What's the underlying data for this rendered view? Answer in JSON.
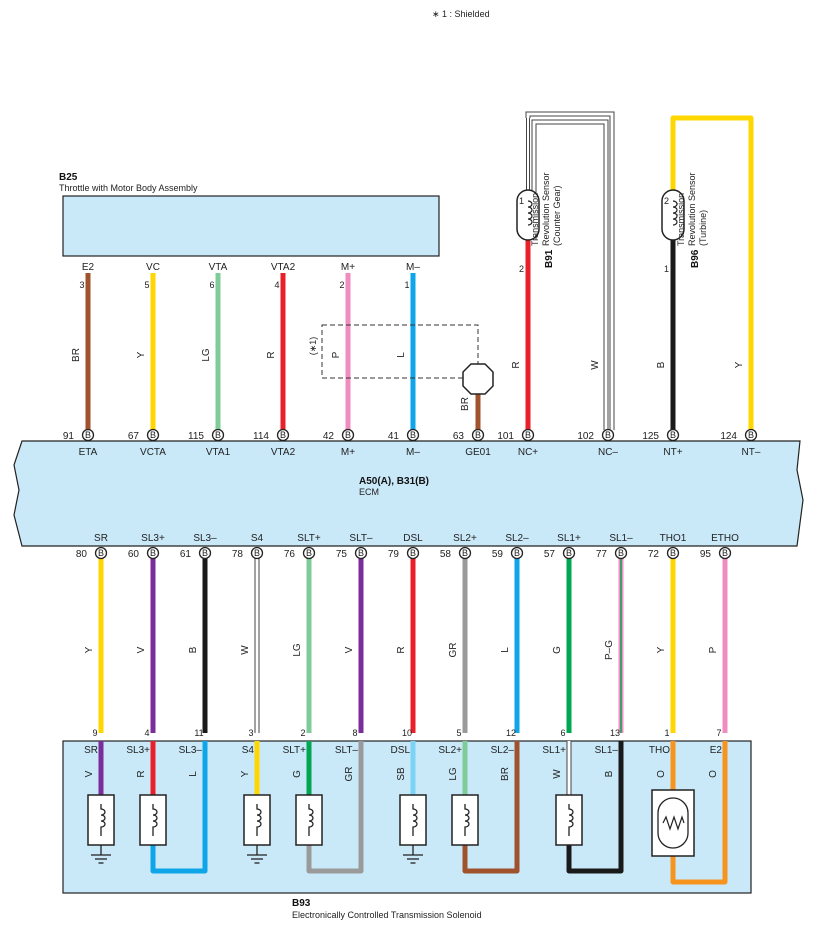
{
  "note": "∗ 1 : Shielded",
  "top_connector": {
    "code": "B25",
    "name": "Throttle with Motor Body Assembly"
  },
  "ecm": {
    "code": "A50(A), B31(B)",
    "name": "ECM"
  },
  "bottom_connector": {
    "code": "B93",
    "name": "Electronically Controlled Transmission Solenoid"
  },
  "sensor_nc": {
    "code": "B91",
    "line1": "Transmission",
    "line2": "Revolution Sensor",
    "line3": "(Counter Gear)",
    "pin_top": "1",
    "pin_bottom": "2"
  },
  "sensor_nt": {
    "code": "B96",
    "line1": "Transmission",
    "line2": "Revolution Sensor",
    "line3": "(Turbine)",
    "pin_top": "2",
    "pin_bottom": "1"
  },
  "shield_label": "(∗1)",
  "ecm_terminal_letter": "B",
  "colors": {
    "BR": "#a0522d",
    "Y": "#ffd700",
    "LG": "#7fcc98",
    "R": "#e8202a",
    "P": "#f08cc0",
    "L": "#0ea5e9",
    "B": "#1a1a1a",
    "W": "#ffffff",
    "V": "#7b2d9c",
    "GR": "#9a9a9a",
    "G": "#00a650",
    "SB": "#7dd3f5",
    "O": "#f7941d",
    "box_fill": "#c9e9f9"
  },
  "top_wires": [
    {
      "name": "E2",
      "pin": "3",
      "color": "BR",
      "ecm_pin": "91",
      "ecm_name": "ETA"
    },
    {
      "name": "VC",
      "pin": "5",
      "color": "Y",
      "ecm_pin": "67",
      "ecm_name": "VCTA"
    },
    {
      "name": "VTA",
      "pin": "6",
      "color": "LG",
      "ecm_pin": "115",
      "ecm_name": "VTA1"
    },
    {
      "name": "VTA2",
      "pin": "4",
      "color": "R",
      "ecm_pin": "114",
      "ecm_name": "VTA2"
    },
    {
      "name": "M+",
      "pin": "2",
      "color": "P",
      "ecm_pin": "42",
      "ecm_name": "M+"
    },
    {
      "name": "M–",
      "pin": "1",
      "color": "L",
      "ecm_pin": "41",
      "ecm_name": "M–"
    }
  ],
  "other_ecm_top": [
    {
      "ecm_pin": "63",
      "ecm_name": "GE01",
      "color": "BR"
    },
    {
      "ecm_pin": "101",
      "ecm_name": "NC+",
      "color": "R"
    },
    {
      "ecm_pin": "102",
      "ecm_name": "NC–",
      "color": "W"
    },
    {
      "ecm_pin": "125",
      "ecm_name": "NT+",
      "color": "B"
    },
    {
      "ecm_pin": "124",
      "ecm_name": "NT–",
      "color": "Y"
    }
  ],
  "bottom_wires": [
    {
      "ecm_name": "SR",
      "ecm_pin": "80",
      "color": "Y",
      "pin": "9",
      "term": "SR",
      "inner": "V"
    },
    {
      "ecm_name": "SL3+",
      "ecm_pin": "60",
      "color": "V",
      "pin": "4",
      "term": "SL3+",
      "inner": "R"
    },
    {
      "ecm_name": "SL3–",
      "ecm_pin": "61",
      "color": "B",
      "pin": "11",
      "term": "SL3–",
      "inner": "L"
    },
    {
      "ecm_name": "S4",
      "ecm_pin": "78",
      "color": "W",
      "pin": "3",
      "term": "S4",
      "inner": "Y"
    },
    {
      "ecm_name": "SLT+",
      "ecm_pin": "76",
      "color": "LG",
      "pin": "2",
      "term": "SLT+",
      "inner": "G"
    },
    {
      "ecm_name": "SLT–",
      "ecm_pin": "75",
      "color": "V",
      "pin": "8",
      "term": "SLT–",
      "inner": "GR"
    },
    {
      "ecm_name": "DSL",
      "ecm_pin": "79",
      "color": "R",
      "pin": "10",
      "term": "DSL",
      "inner": "SB"
    },
    {
      "ecm_name": "SL2+",
      "ecm_pin": "58",
      "color": "GR",
      "pin": "5",
      "term": "SL2+",
      "inner": "LG"
    },
    {
      "ecm_name": "SL2–",
      "ecm_pin": "59",
      "color": "L",
      "pin": "12",
      "term": "SL2–",
      "inner": "BR"
    },
    {
      "ecm_name": "SL1+",
      "ecm_pin": "57",
      "color": "G",
      "pin": "6",
      "term": "SL1+",
      "inner": "W"
    },
    {
      "ecm_name": "SL1–",
      "ecm_pin": "77",
      "color": "P-G",
      "label": "P–G",
      "pin": "13",
      "term": "SL1–",
      "inner": "B"
    },
    {
      "ecm_name": "THO1",
      "ecm_pin": "72",
      "color": "Y",
      "pin": "1",
      "term": "THO",
      "inner": "O"
    },
    {
      "ecm_name": "ETHO",
      "ecm_pin": "95",
      "color": "P",
      "pin": "7",
      "term": "E2",
      "inner": "O"
    }
  ]
}
